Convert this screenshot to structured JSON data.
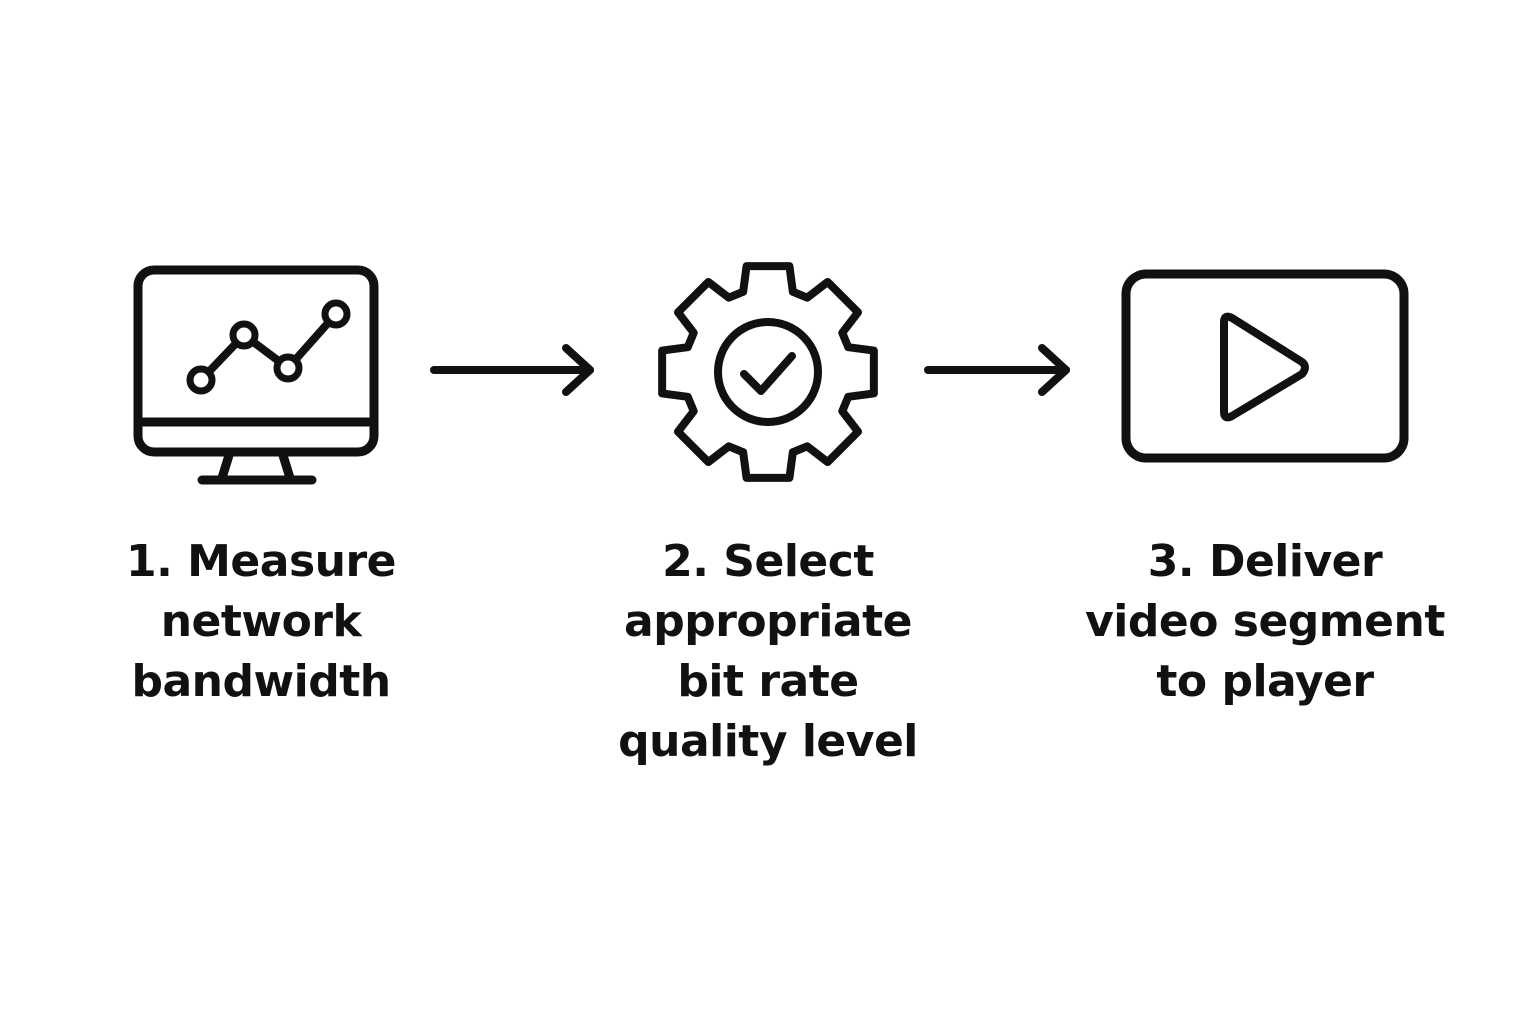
{
  "colors": {
    "background": "#ffffff",
    "stroke": "#111111"
  },
  "steps": [
    {
      "icon": "monitor-chart-icon",
      "lines": [
        "1. Measure",
        "network",
        "bandwidth"
      ]
    },
    {
      "icon": "gear-check-icon",
      "lines": [
        "2. Select",
        "appropriate",
        "bit rate",
        "quality level"
      ]
    },
    {
      "icon": "video-play-icon",
      "lines": [
        "3. Deliver",
        "video segment",
        "to player"
      ]
    }
  ],
  "connectors": [
    "arrow-right-icon",
    "arrow-right-icon"
  ]
}
